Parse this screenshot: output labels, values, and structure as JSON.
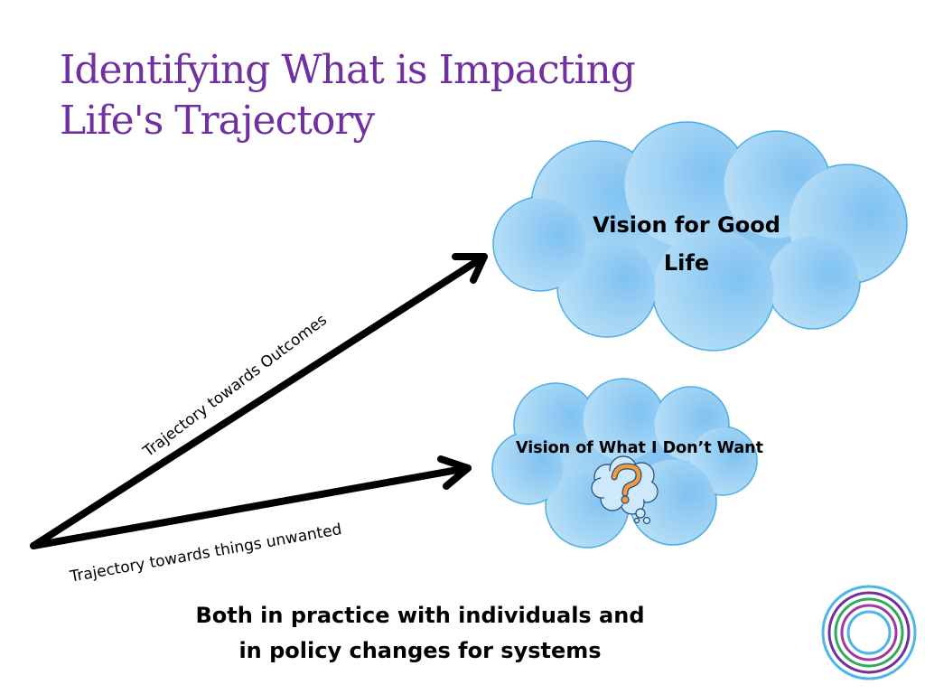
{
  "slide": {
    "title_line1": "Identifying What is Impacting",
    "title_line2": "Life's Trajectory",
    "footer_line1": "Both in practice with individuals and",
    "footer_line2": "in policy changes for systems"
  },
  "diagram": {
    "cloud_good_label_line1": "Vision for Good",
    "cloud_good_label_line2": "Life",
    "cloud_unwanted_label": "Vision of What I Don’t Want",
    "arrow_outcomes_label": "Trajectory towards Outcomes",
    "arrow_unwanted_label": "Trajectory towards things unwanted",
    "colors": {
      "title": "#7030a0",
      "cloud_fill": "#a8d4f2",
      "cloud_stroke": "#4aaee8",
      "arrow": "#000000",
      "question_mark": "#f39a3c"
    }
  },
  "logo": {
    "icon": "concentric-rings-icon",
    "ring_colors": [
      "#4db6e6",
      "#7030a0",
      "#2eaa5c",
      "#9c3aa0",
      "#4db6e6"
    ]
  }
}
